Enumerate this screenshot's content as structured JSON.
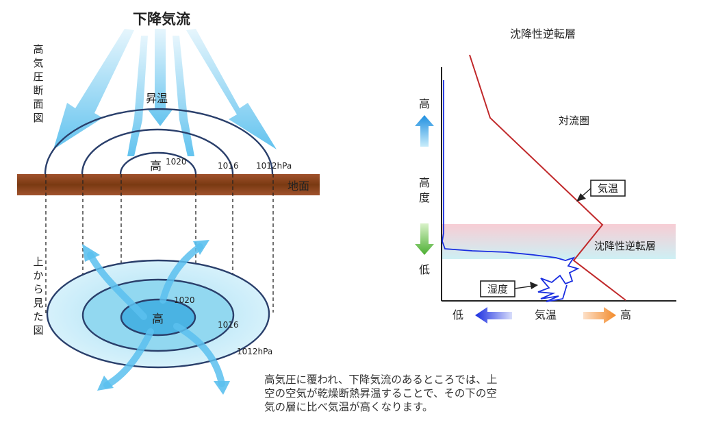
{
  "left": {
    "title_downdraft": "下降気流",
    "label_warming": "昇温",
    "side_cross_section": [
      "高",
      "気",
      "圧",
      "断",
      "面",
      "図"
    ],
    "side_top_view": [
      "上",
      "か",
      "ら",
      "見",
      "た",
      "図"
    ],
    "ground_label": "地面",
    "cross_section": {
      "high": "高",
      "isobar_1020": "1020",
      "isobar_1016": "1016",
      "isobar_1012": "1012hPa"
    },
    "top_view": {
      "high": "高",
      "isobar_1020": "1020",
      "isobar_1016": "1016",
      "isobar_1012": "1012hPa"
    }
  },
  "right": {
    "title": "沈降性逆転層",
    "troposphere": "対流圏",
    "label_air_temp": "気温",
    "label_inversion": "沈降性逆転層",
    "label_humidity": "湿度",
    "y_high": "高",
    "y_axis": [
      "高",
      "度"
    ],
    "y_low": "低",
    "x_low": "低",
    "x_axis": "気温",
    "x_high": "高"
  },
  "caption": "高気圧に覆われ、下降気流のあるところでは、上空の空気が乾燥断熱昇温することで、その下の空気の層に比べ気温が高くなります。",
  "colors": {
    "arrow_blue": "#5bc0ee",
    "ground": "#8b4513",
    "air_temp_line": "#c0282a",
    "humidity_line": "#1a2ee0",
    "title_blue": "#1f3fd4",
    "warming_red": "#c0392b"
  }
}
